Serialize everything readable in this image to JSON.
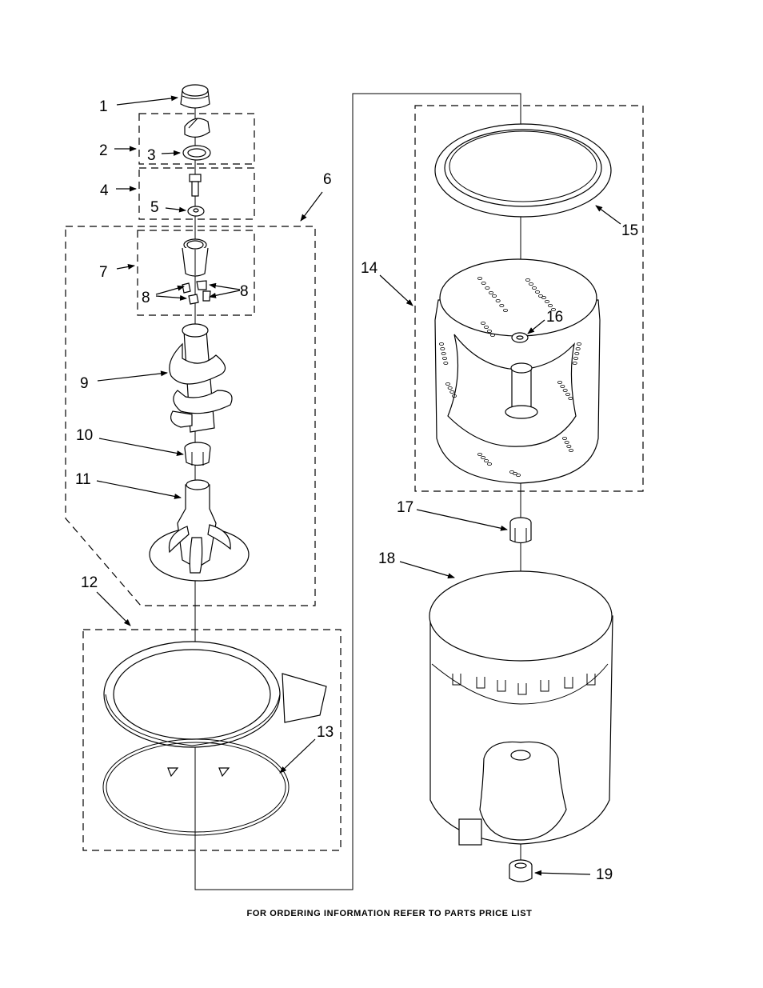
{
  "callouts": [
    "1",
    "2",
    "3",
    "4",
    "5",
    "6",
    "7",
    "8",
    "8",
    "9",
    "10",
    "11",
    "12",
    "13",
    "14",
    "15",
    "16",
    "17",
    "18",
    "19"
  ],
  "footer": "FOR ORDERING INFORMATION REFER TO PARTS PRICE LIST"
}
